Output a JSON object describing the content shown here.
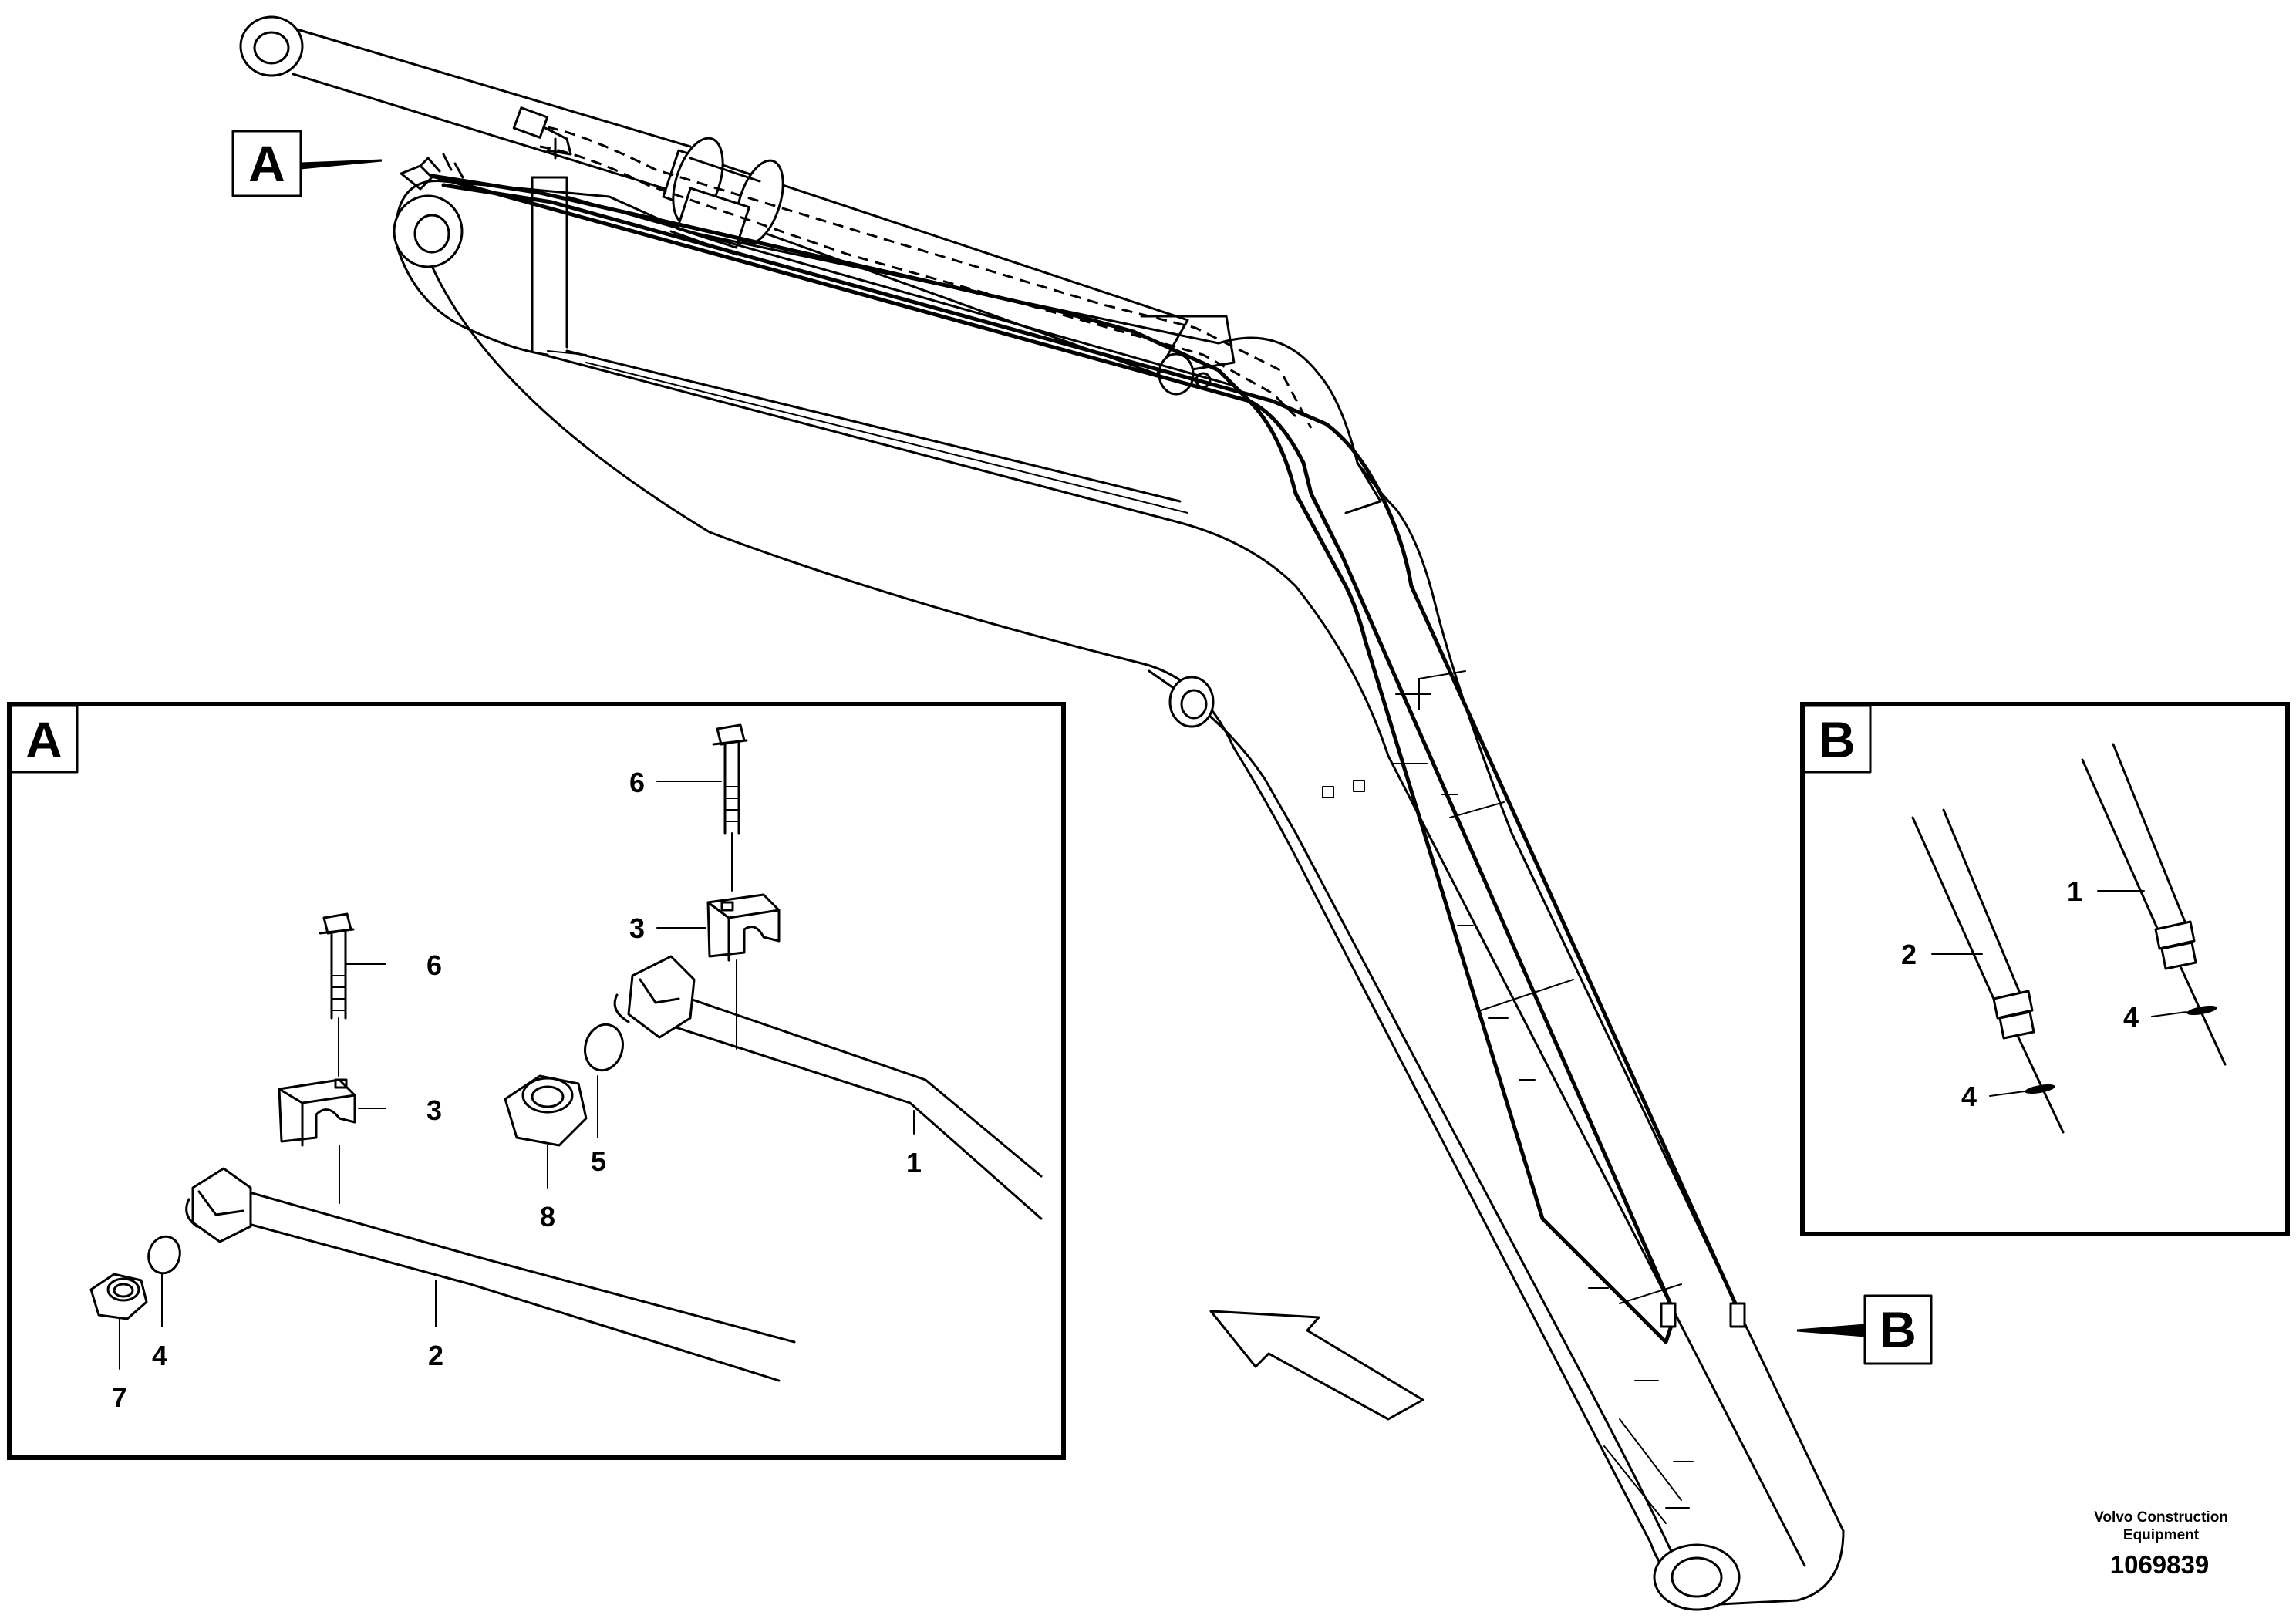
{
  "callouts": {
    "detail_a": "A",
    "detail_b": "B"
  },
  "detail_a": {
    "label": "A",
    "parts": [
      "1",
      "2",
      "3",
      "3",
      "4",
      "5",
      "6",
      "6",
      "7",
      "8"
    ]
  },
  "detail_b": {
    "label": "B",
    "parts": [
      "1",
      "2",
      "4",
      "4"
    ]
  },
  "footer": {
    "credit_line1": "Volvo Construction",
    "credit_line2": "Equipment",
    "doc_number": "1069839"
  },
  "colors": {
    "line": "#000000",
    "background": "#ffffff"
  },
  "icons": [
    "view-direction-arrow"
  ]
}
